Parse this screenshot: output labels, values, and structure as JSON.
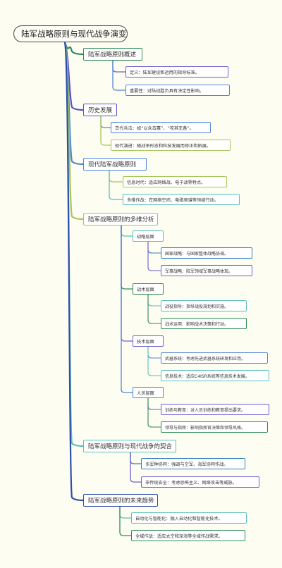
{
  "root": "陆军战略原则与现代战争演变",
  "branches": [
    {
      "label": "陆军战略原则概述",
      "color": "#2e8b57",
      "children": [
        {
          "label": "定义：陆军建设和运用的指导标准。",
          "color": "#6f5fcf"
        },
        {
          "label": "重要性：对陆战胜负具有决定性影响。",
          "color": "#4f86d9"
        }
      ]
    },
    {
      "label": "历史发展",
      "color": "#5a4fcf",
      "children": [
        {
          "label": "古代兵法：如“以众击寡”、“攻其无备”。",
          "color": "#4f86d9"
        },
        {
          "label": "现代演进：随战争形态和科技发展而修正和拓展。",
          "color": "#a5c55a"
        }
      ]
    },
    {
      "label": "现代陆军战略原则",
      "color": "#4f86d9",
      "children": [
        {
          "label": "信息时代：适应网络战、电子战等特点。",
          "color": "#a5c55a"
        },
        {
          "label": "多维作战：在网络空间、电磁频谱等领域行动。",
          "color": "#58c0b8"
        }
      ]
    },
    {
      "label": "陆军战略原则的多维分析",
      "color": "#a5c55a",
      "children": [
        {
          "label": "战略层面",
          "color": "#58c0b8",
          "children": [
            {
              "label": "国家战略：与国家整体战略协调。",
              "color": "#2e7fbf"
            },
            {
              "label": "军事战略：陆军领域军事战略体现。",
              "color": "#6f5fcf"
            }
          ]
        },
        {
          "label": "战术层面",
          "color": "#2e8b57",
          "children": [
            {
              "label": "战役指导：指导战役规划和实施。",
              "color": "#58c0b8"
            },
            {
              "label": "战术运用：影响战术决策和行动。",
              "color": "#2e8b57"
            }
          ]
        },
        {
          "label": "技术层面",
          "color": "#6f5fcf",
          "children": [
            {
              "label": "武器系统：考虑先进武器系统研发和应用。",
              "color": "#4f86d9"
            },
            {
              "label": "信息技术：适应C4ISR系统等信息技术发展。",
              "color": "#58c0b8"
            }
          ]
        },
        {
          "label": "人员层面",
          "color": "#4f86d9",
          "children": [
            {
              "label": "训练与教育：对人员训练和教育提出要求。",
              "color": "#6f5fcf"
            },
            {
              "label": "领导与指挥：影响指挥官决策和领导风格。",
              "color": "#2e8b57"
            }
          ]
        }
      ]
    },
    {
      "label": "陆军战略原则与现代战争的契合",
      "color": "#58c0b8",
      "children": [
        {
          "label": "多军种协同：强调与空军、海军协同作战。",
          "color": "#2e7fbf"
        },
        {
          "label": "非传统安全：考虑恐怖主义、网络攻击等威胁。",
          "color": "#6f5fcf"
        }
      ]
    },
    {
      "label": "陆军战略原则的未来趋势",
      "color": "#2e4fa8",
      "children": [
        {
          "label": "自动化与智能化：融入自动化和智能化技术。",
          "color": "#58c0b8"
        },
        {
          "label": "全域作战：适应太空和深海等全域作战需求。",
          "color": "#2e8b57"
        }
      ]
    }
  ]
}
